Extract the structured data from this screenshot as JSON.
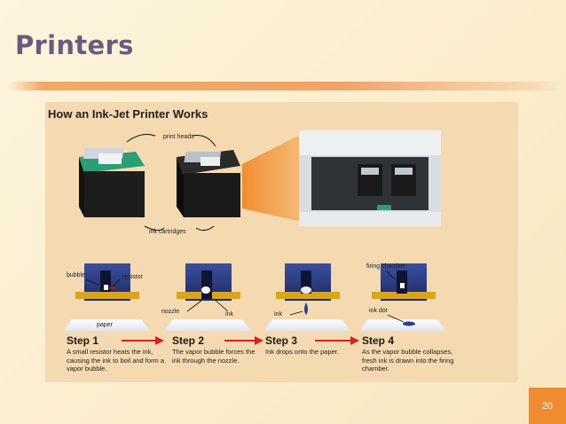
{
  "slide": {
    "title": "Printers",
    "page_number": "20"
  },
  "figure": {
    "title": "How an Ink-Jet Printer Works",
    "labels": {
      "print_heads": "print heads",
      "ink_cartridges": "ink cartridges",
      "bubble": "bubble",
      "resistor": "resistor",
      "paper": "paper",
      "nozzle": "nozzle",
      "ink_step2": "ink",
      "ink_step3": "ink",
      "firing_chamber": "firing chamber",
      "ink_dot": "ink dot"
    },
    "steps": [
      {
        "title": "Step 1",
        "desc": "A small resistor heats the ink, causing the ink to boil and form a vapor bubble."
      },
      {
        "title": "Step 2",
        "desc": "The vapor bubble forces the ink through the nozzle."
      },
      {
        "title": "Step 3",
        "desc": "Ink drops onto the paper."
      },
      {
        "title": "Step 4",
        "desc": "As the vapor bubble collapses, fresh ink is drawn into the firing chamber."
      }
    ]
  },
  "colors": {
    "title_text": "#6b5a80",
    "accent_orange": "#ef8c2f",
    "figure_bg": "#f5d9b0",
    "arrow_red": "#d8201f",
    "ink_blue": "#2a3f8f"
  }
}
